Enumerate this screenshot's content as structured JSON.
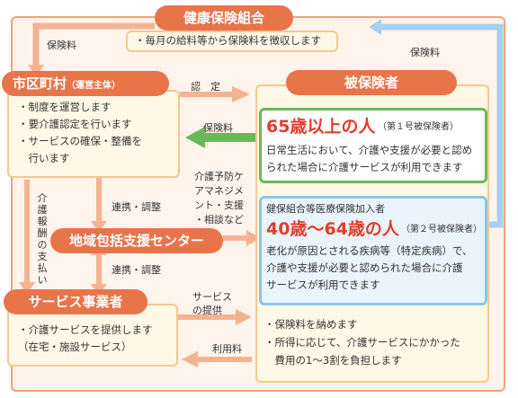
{
  "kenpo": {
    "title": "健康保険組合",
    "note": "・毎月の給料等から保険料を徴収します"
  },
  "shikucho": {
    "title": "市区町村",
    "sub": "（運営主体）",
    "lines": [
      "・制度を運営します",
      "・要介護認定を行います",
      "・サービスの確保・整備を",
      "　行います"
    ]
  },
  "hihokensha": {
    "title": "被保険者",
    "first": {
      "age": "65歳以上の人",
      "tag": "（第１号被保険者）",
      "lines": [
        "日常生活において、介護や支援が必要と認め",
        "られた場合に介護サービスが利用できます"
      ]
    },
    "second": {
      "pre": "健保組合等医療保険加入者",
      "age": "40歳〜64歳の人",
      "tag": "（第２号被保険者）",
      "lines": [
        "老化が原因とされる疾病等（特定疾病）で、",
        "介護や支援が必要と認められた場合に介護",
        "サービスが利用できます"
      ]
    },
    "duties": [
      "・保険料を納めます",
      "・所得に応じて、介護サービスにかかった",
      "　費用の1〜3割を負担します"
    ]
  },
  "center": {
    "title": "地域包括支援センター"
  },
  "jigyosha": {
    "title": "サービス事業者",
    "lines": [
      "・介護サービスを提供します",
      "（在宅・施設サービス）"
    ]
  },
  "labels": {
    "hokenryo_left": "保険料",
    "hokenryo_right": "保険料",
    "hokenryo_mid": "保険料",
    "nintei": "認　定",
    "renkei_top": "連携・調整",
    "renkei_bottom": "連携・調整",
    "yobo": [
      "介護予防ケ",
      "アマネジメ",
      "ント・支援",
      "・相談など"
    ],
    "service_teikyo": [
      "サービス",
      "の提供"
    ],
    "riyoryo": "利用料",
    "kaigo_hoshu": [
      "介",
      "護",
      "報",
      "酬",
      "の",
      "支",
      "払",
      "い"
    ]
  },
  "colors": {
    "orange": "#e8744a",
    "green": "#6bb85a",
    "blue": "#8ac6ec",
    "light_blue_bg": "#e9f4fc",
    "red_text": "#e23c2c"
  }
}
